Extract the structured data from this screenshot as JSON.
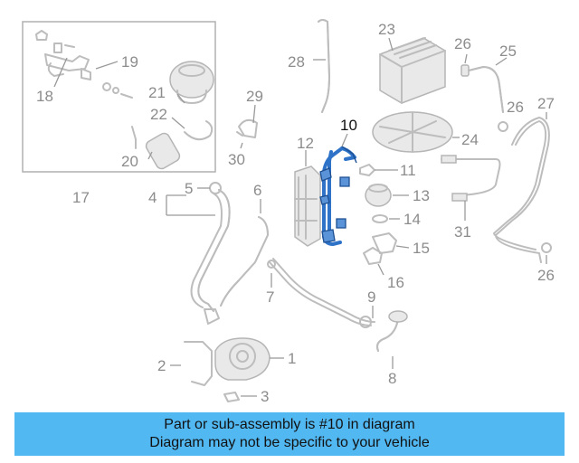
{
  "diagram": {
    "highlighted_part": "10",
    "callouts": [
      "1",
      "2",
      "3",
      "4",
      "5",
      "6",
      "7",
      "8",
      "9",
      "10",
      "11",
      "12",
      "13",
      "14",
      "15",
      "16",
      "17",
      "18",
      "19",
      "20",
      "21",
      "22",
      "23",
      "24",
      "25",
      "26",
      "26",
      "26",
      "27",
      "28",
      "29",
      "30",
      "31"
    ]
  },
  "banner": {
    "line1": "Part or sub-assembly is #10 in diagram",
    "line2": "Diagram may not be specific to your vehicle",
    "background": "#52b8f2"
  },
  "colors": {
    "highlight": "#2f73c9",
    "parts": "#bdbdbd",
    "labels": "#8c8c8c"
  }
}
